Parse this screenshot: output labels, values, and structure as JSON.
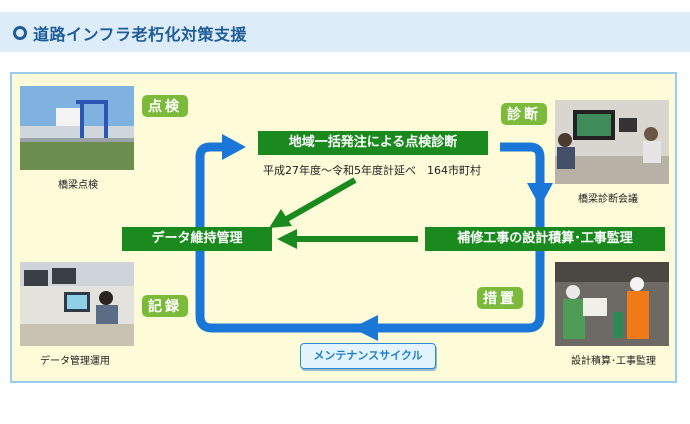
{
  "title": "道路インフラ老朽化対策支援",
  "stages": {
    "inspection": "点検",
    "diagnosis": "診断",
    "measures": "措置",
    "record": "記録"
  },
  "boxes": {
    "collective_order": "地域一括発注による点検診断",
    "repair_design": "補修工事の設計積算･工事監理",
    "data_management": "データ維持管理"
  },
  "subtext": "平成27年度～令和5年度計延べ　164市町村",
  "maintenance_cycle": "メンテナンスサイクル",
  "captions": {
    "bridge_inspection": "橋梁点検",
    "bridge_diagnosis_meeting": "橋梁診断会議",
    "design_supervision": "設計積算･工事監理",
    "data_operation": "データ管理運用"
  },
  "colors": {
    "cycle_blue": "#1a77d8",
    "box_green": "#1a8a1f",
    "tag_green": "#7cba3b",
    "panel_bg": "#fefbd9"
  }
}
